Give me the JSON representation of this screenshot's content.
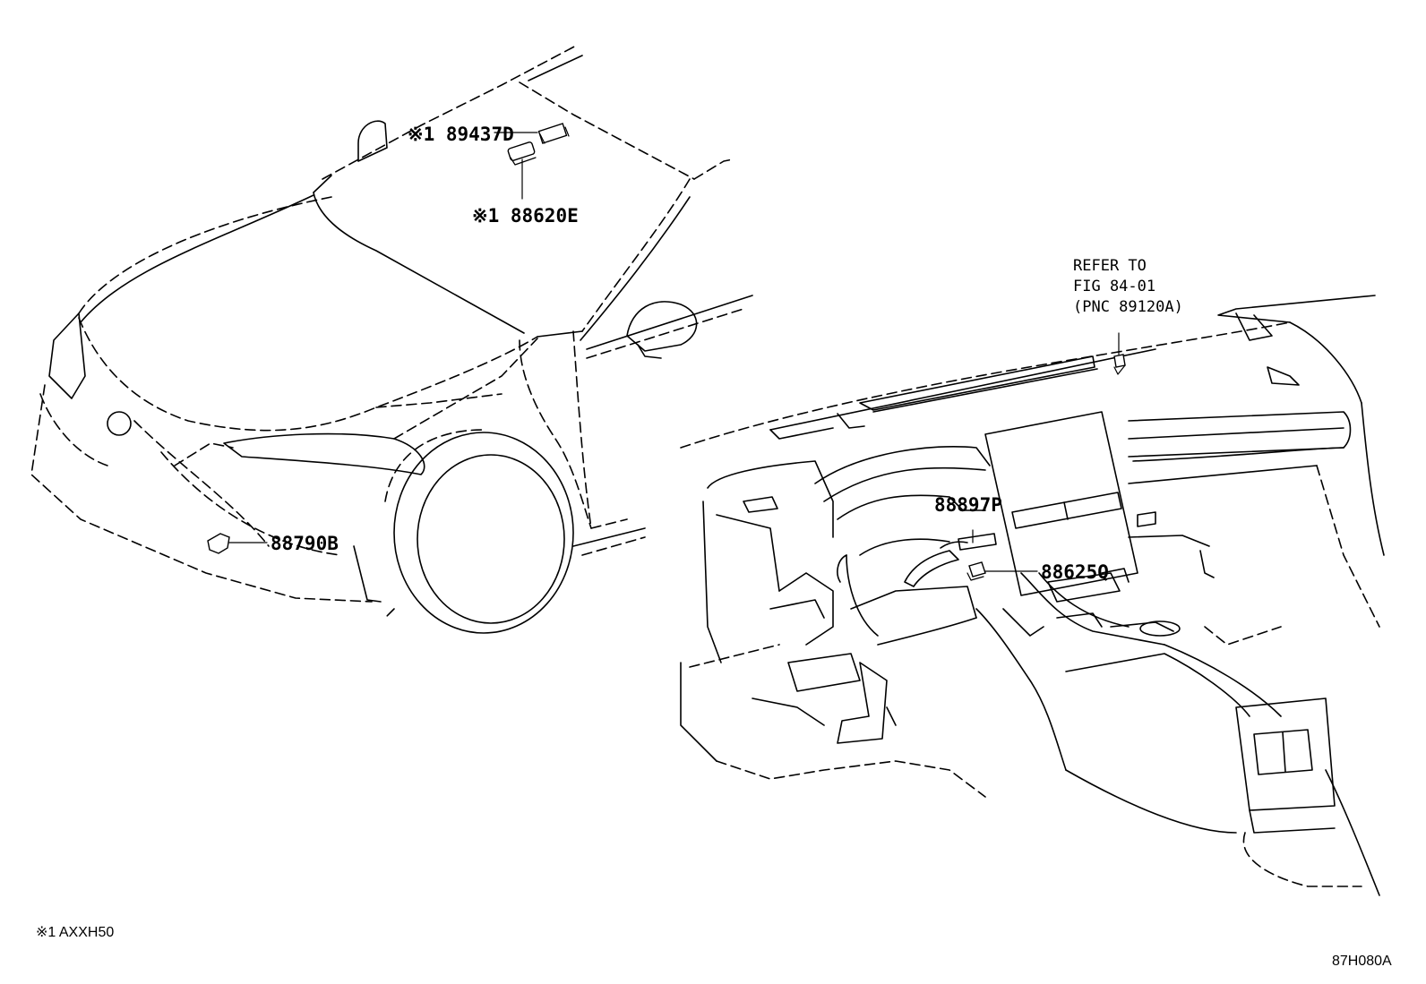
{
  "callouts": {
    "p89437d": "※1 89437D",
    "p88620e": "※1 88620E",
    "p88790b": "88790B",
    "p88897p": "88897P",
    "p88625q": "88625Q"
  },
  "refer_note": [
    "REFER TO",
    "FIG 84-01",
    "(PNC 89120A)"
  ],
  "footnote": "※1 AXXH50",
  "figure_code": "87H080A"
}
